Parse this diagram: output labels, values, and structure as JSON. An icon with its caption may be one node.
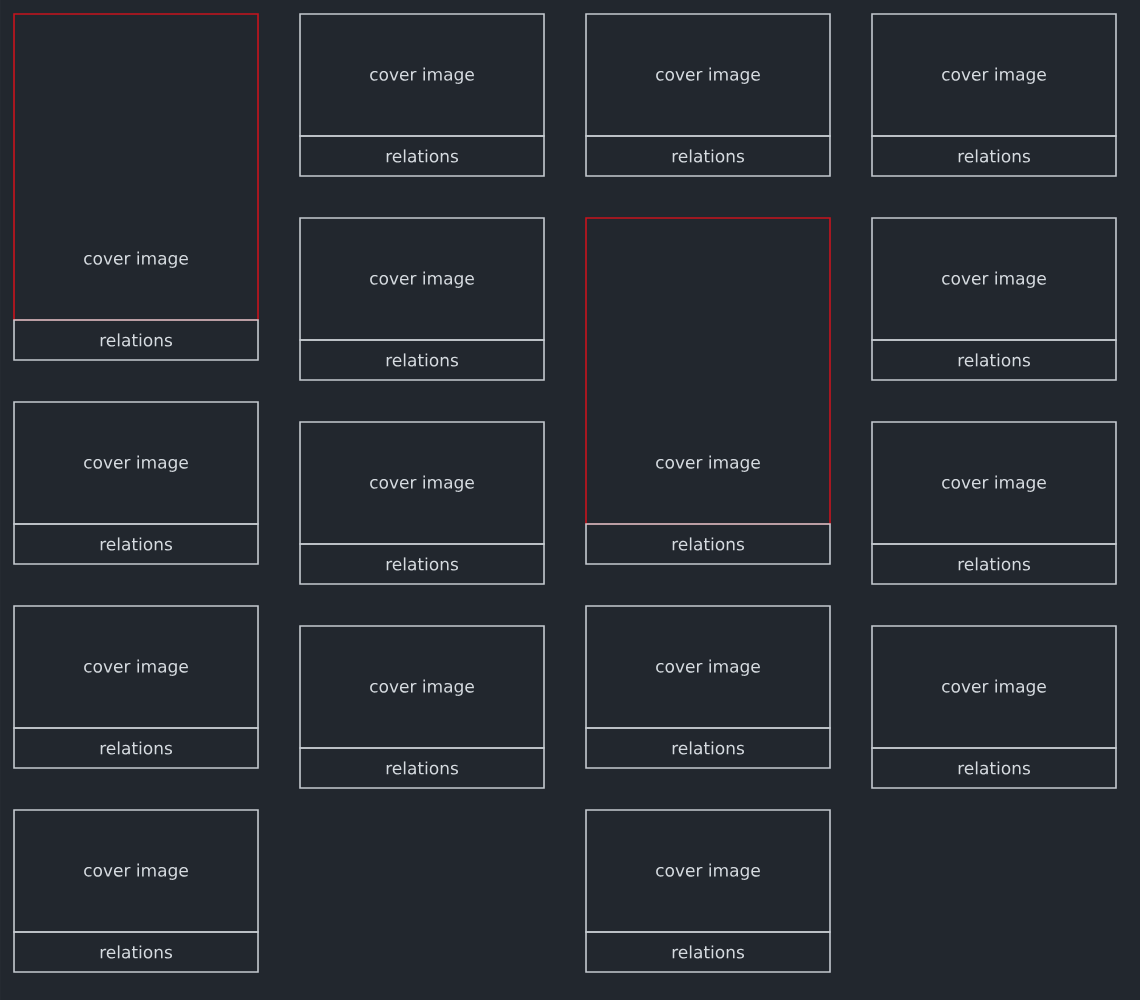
{
  "diagram": {
    "nodes": [
      {
        "text": [
          "cover image"
        ]
      },
      {
        "text": [
          "relations"
        ]
      },
      {
        "text": [
          "cover image"
        ]
      },
      {
        "text": [
          "relations"
        ]
      },
      {
        "text": [
          "cover image"
        ]
      },
      {
        "text": [
          "relations"
        ]
      },
      {
        "text": [
          "cover image"
        ]
      },
      {
        "text": [
          "relations"
        ]
      },
      {
        "text": [
          "cover image"
        ]
      },
      {
        "text": [
          "relations"
        ]
      },
      {
        "text": [
          "cover image"
        ]
      },
      {
        "text": [
          "relations"
        ]
      },
      {
        "text": [
          "cover image"
        ]
      },
      {
        "text": [
          "relations"
        ]
      },
      {
        "text": [
          "cover image"
        ]
      },
      {
        "text": [
          "relations"
        ]
      },
      {
        "text": [
          "cover image"
        ]
      },
      {
        "text": [
          "relations"
        ]
      },
      {
        "text": [
          "cover image"
        ]
      },
      {
        "text": [
          "relations"
        ]
      },
      {
        "text": [
          "cover image"
        ]
      },
      {
        "text": [
          "relations"
        ]
      },
      {
        "text": [
          "cover image"
        ]
      },
      {
        "text": [
          "relations"
        ]
      },
      {
        "text": [
          "cover image"
        ]
      },
      {
        "text": [
          "relations"
        ]
      },
      {
        "text": [
          "cover image"
        ]
      },
      {
        "text": [
          "relations"
        ]
      },
      {
        "text": [
          "cover image"
        ]
      },
      {
        "text": [
          "relations"
        ]
      },
      {
        "text": [
          "cover image"
        ]
      },
      {
        "text": [
          "relations"
        ]
      }
    ]
  }
}
